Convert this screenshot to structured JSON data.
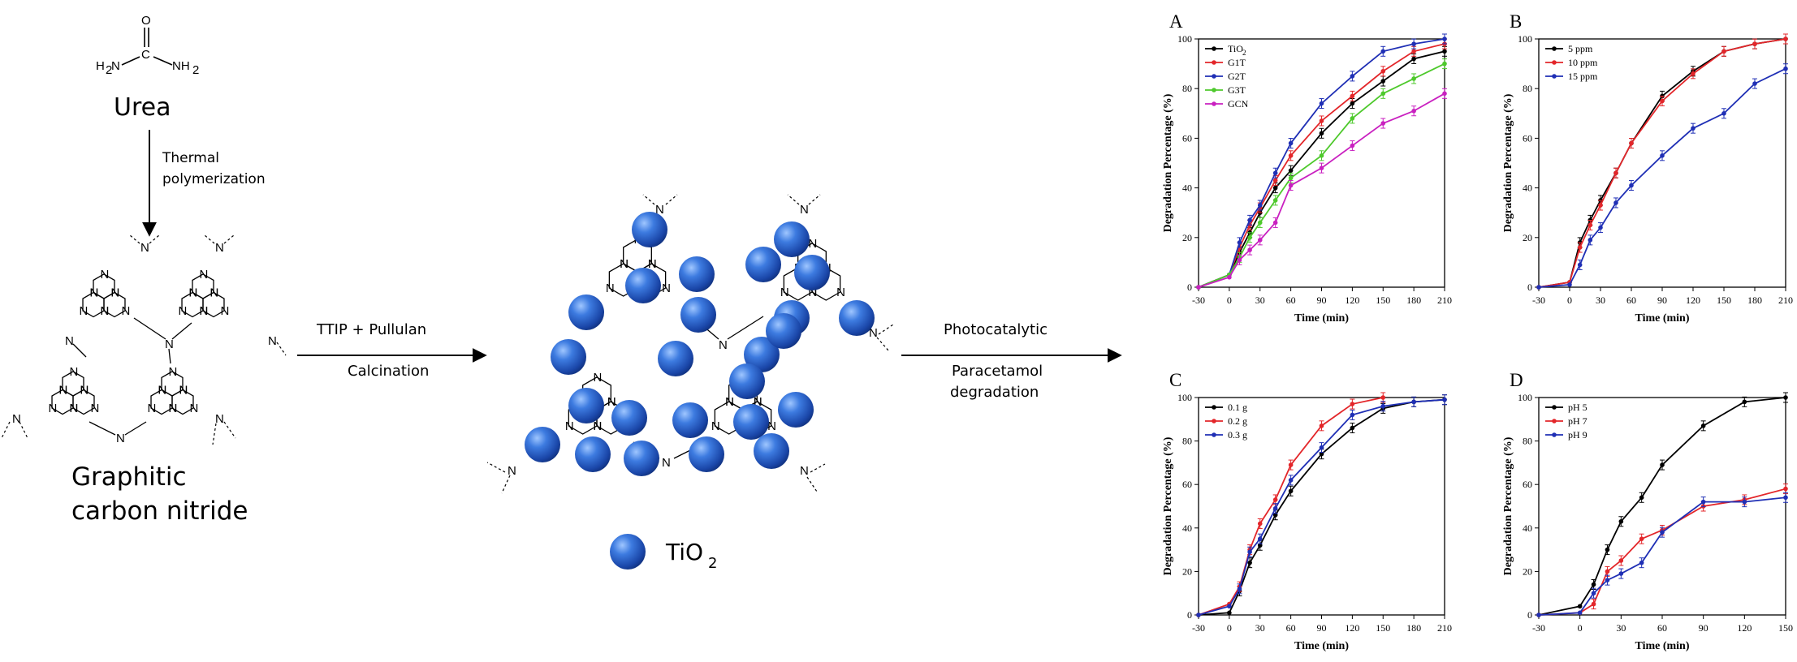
{
  "scheme": {
    "urea_label": "Urea",
    "urea_atoms": {
      "o": "O",
      "c": "C",
      "nh2_left_h": "H",
      "nh2_left_sub": "2",
      "nh2_left_n": "N",
      "nh2_right_n": "NH",
      "nh2_right_sub": "2"
    },
    "step1_line1": "Thermal",
    "step1_line2": "polymerization",
    "gcn_label_line1": "Graphitic",
    "gcn_label_line2": "carbon nitride",
    "step2_line1": "TTIP + Pullulan",
    "step2_line2": "Calcination",
    "legend_symbol_label": "TiO",
    "legend_symbol_sub": "2",
    "step3_line1": "Photocatalytic",
    "step3_line2": "Paracetamol",
    "step3_line3": "degradation",
    "atom_n": "N"
  },
  "chart_data": [
    {
      "panel": "A",
      "type": "line",
      "xlabel": "Time (min)",
      "ylabel": "Degradation Percentage (%)",
      "x": [
        -30,
        0,
        10,
        20,
        30,
        45,
        60,
        90,
        120,
        150,
        180,
        210
      ],
      "xticks": [
        -30,
        0,
        30,
        60,
        90,
        120,
        150,
        180,
        210
      ],
      "yticks": [
        0,
        20,
        40,
        60,
        80,
        100
      ],
      "xlim": [
        -30,
        210
      ],
      "ylim": [
        0,
        100
      ],
      "legend": "top-left",
      "series": [
        {
          "name": "TiO",
          "sub": "2",
          "color": "#000000",
          "values": [
            0,
            5,
            14,
            22,
            30,
            40,
            47,
            62,
            74,
            83,
            92,
            95
          ]
        },
        {
          "name": "G1T",
          "color": "#e3262a",
          "values": [
            0,
            5,
            16,
            25,
            32,
            43,
            53,
            67,
            77,
            87,
            95,
            98
          ]
        },
        {
          "name": "G2T",
          "color": "#1f2fb5",
          "values": [
            0,
            5,
            18,
            27,
            33,
            46,
            58,
            74,
            85,
            95,
            98,
            100
          ]
        },
        {
          "name": "G3T",
          "color": "#4ec92c",
          "values": [
            0,
            5,
            12,
            20,
            26,
            35,
            44,
            53,
            68,
            78,
            84,
            90
          ]
        },
        {
          "name": "GCN",
          "color": "#c920c0",
          "values": [
            0,
            4,
            11,
            15,
            19,
            26,
            41,
            48,
            57,
            66,
            71,
            78
          ]
        }
      ]
    },
    {
      "panel": "B",
      "type": "line",
      "xlabel": "Time (min)",
      "ylabel": "Degradation Percentage (%)",
      "x": [
        -30,
        0,
        10,
        20,
        30,
        45,
        60,
        90,
        120,
        150,
        180,
        210
      ],
      "xticks": [
        -30,
        0,
        30,
        60,
        90,
        120,
        150,
        180,
        210
      ],
      "yticks": [
        0,
        20,
        40,
        60,
        80,
        100
      ],
      "xlim": [
        -30,
        210
      ],
      "ylim": [
        0,
        100
      ],
      "legend": "top-left",
      "series": [
        {
          "name": "5 ppm",
          "color": "#000000",
          "values": [
            0,
            2,
            18,
            27,
            35,
            46,
            58,
            77,
            87,
            95,
            98,
            100
          ]
        },
        {
          "name": "10 ppm",
          "color": "#e3262a",
          "values": [
            0,
            2,
            16,
            25,
            33,
            46,
            58,
            75,
            86,
            95,
            98,
            100
          ]
        },
        {
          "name": "15 ppm",
          "color": "#1f2fb5",
          "values": [
            0,
            1,
            9,
            19,
            24,
            34,
            41,
            53,
            64,
            70,
            82,
            88
          ]
        }
      ]
    },
    {
      "panel": "C",
      "type": "line",
      "xlabel": "Time (min)",
      "ylabel": "Degradation Percentage (%)",
      "x": [
        -30,
        0,
        10,
        20,
        30,
        45,
        60,
        90,
        120,
        150,
        180,
        210
      ],
      "xticks": [
        -30,
        0,
        30,
        60,
        90,
        120,
        150,
        180,
        210
      ],
      "yticks": [
        0,
        20,
        40,
        60,
        80,
        100
      ],
      "xlim": [
        -30,
        210
      ],
      "ylim": [
        0,
        100
      ],
      "legend": "top-left",
      "series": [
        {
          "name": "0.1 g",
          "color": "#000000",
          "values": [
            0,
            1,
            11,
            24,
            32,
            46,
            57,
            74,
            86,
            95,
            98,
            99
          ]
        },
        {
          "name": "0.2 g",
          "color": "#e3262a",
          "values": [
            0,
            5,
            13,
            30,
            42,
            53,
            69,
            87,
            97,
            100,
            null,
            null
          ]
        },
        {
          "name": "0.3 g",
          "color": "#1f2fb5",
          "values": [
            0,
            4,
            12,
            29,
            35,
            49,
            62,
            77,
            92,
            96,
            98,
            99
          ]
        }
      ]
    },
    {
      "panel": "D",
      "type": "line",
      "xlabel": "Time (min)",
      "ylabel": "Degradation Percentage (%)",
      "x": [
        -30,
        0,
        10,
        20,
        30,
        45,
        60,
        90,
        120,
        150
      ],
      "xticks": [
        -30,
        0,
        30,
        60,
        90,
        120,
        150
      ],
      "yticks": [
        0,
        20,
        40,
        60,
        80,
        100
      ],
      "xlim": [
        -30,
        150
      ],
      "ylim": [
        0,
        100
      ],
      "legend": "top-left",
      "series": [
        {
          "name": "pH 5",
          "color": "#000000",
          "values": [
            0,
            4,
            14,
            30,
            43,
            54,
            69,
            87,
            98,
            100
          ]
        },
        {
          "name": "pH 7",
          "color": "#e3262a",
          "values": [
            0,
            1,
            5,
            20,
            25,
            35,
            39,
            50,
            53,
            58
          ]
        },
        {
          "name": "pH 9",
          "color": "#1f2fb5",
          "values": [
            0,
            1,
            10,
            16,
            19,
            24,
            38,
            52,
            52,
            54
          ]
        }
      ]
    }
  ]
}
